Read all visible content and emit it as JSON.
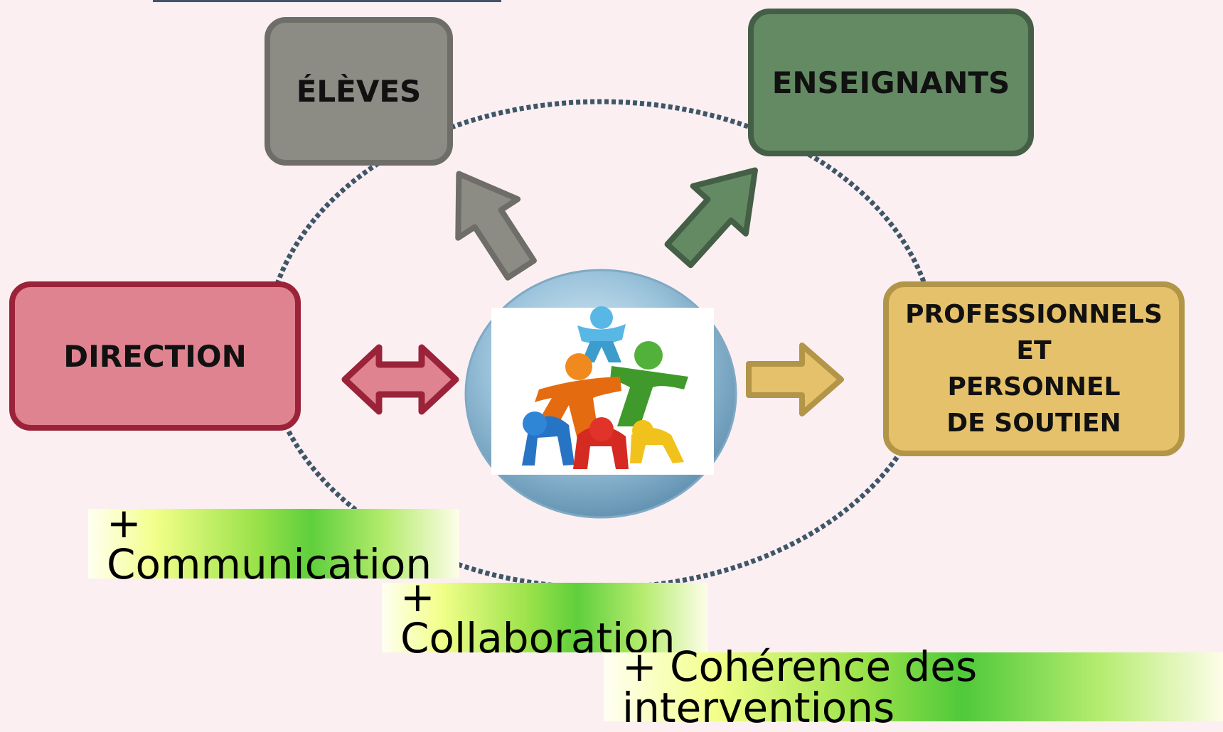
{
  "nodes": {
    "eleves": "ÉLÈVES",
    "enseignants": "ENSEIGNANTS",
    "direction": "DIRECTION",
    "professionnels": [
      "PROFESSIONNELS",
      "ET",
      "PERSONNEL",
      "DE SOUTIEN"
    ]
  },
  "benefits": [
    "+ Communication",
    "+ Collaboration",
    "+ Cohérence des interventions"
  ],
  "colors": {
    "eleves": "#8c8b84",
    "enseignants": "#648a63",
    "direction": "#e08390",
    "professionnels": "#e5c16b",
    "ring": "#3f5668",
    "center": "#9cc4dc"
  },
  "center_image_icon": "teamwork-clay-figures-icon"
}
